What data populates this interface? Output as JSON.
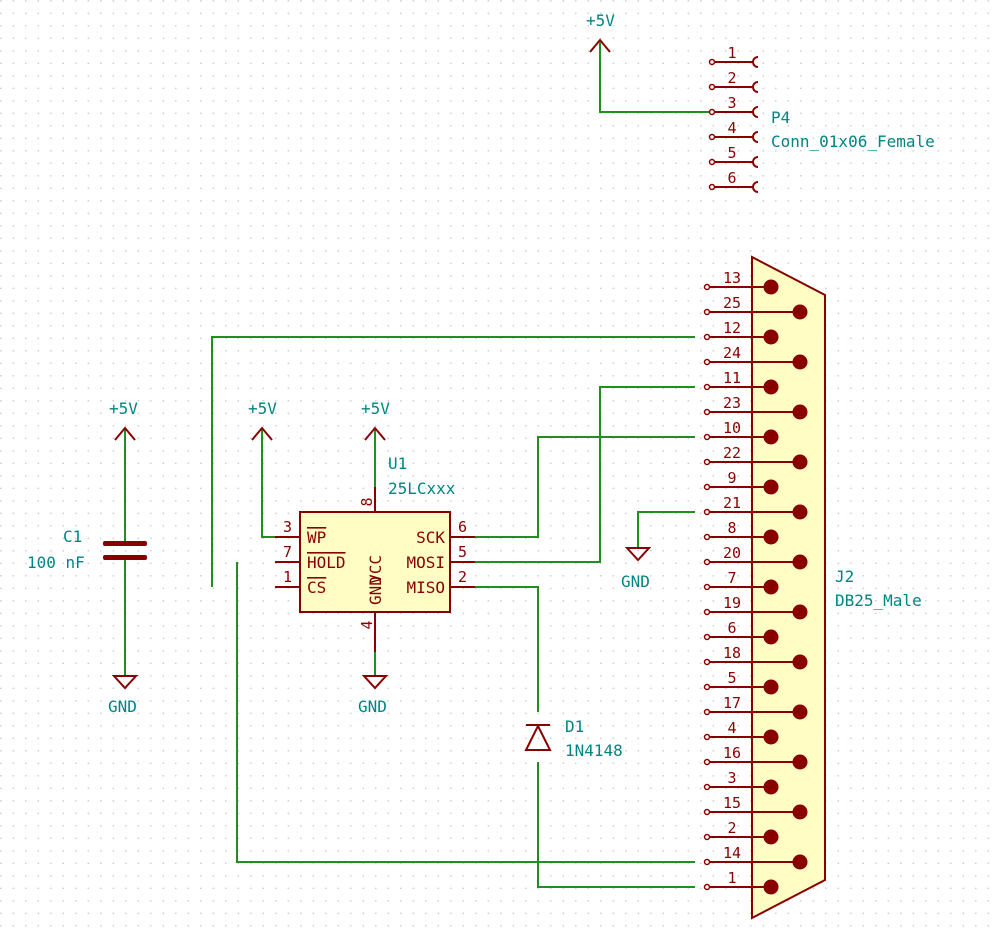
{
  "power": {
    "vcc": "+5V",
    "gnd": "GND"
  },
  "u1": {
    "ref": "U1",
    "value": "25LCxxx",
    "pins": {
      "wp": "WP",
      "hold": "HOLD",
      "cs": "CS",
      "sck": "SCK",
      "mosi": "MOSI",
      "miso": "MISO",
      "vcc": "VCC",
      "gnd": "GND"
    },
    "pin_numbers": {
      "wp": "3",
      "hold": "7",
      "cs": "1",
      "sck": "6",
      "mosi": "5",
      "miso": "2",
      "vcc": "8",
      "gnd": "4"
    }
  },
  "c1": {
    "ref": "C1",
    "value": "100 nF"
  },
  "d1": {
    "ref": "D1",
    "value": "1N4148"
  },
  "p4": {
    "ref": "P4",
    "value": "Conn_01x06_Female",
    "pins": [
      "1",
      "2",
      "3",
      "4",
      "5",
      "6"
    ]
  },
  "j2": {
    "ref": "J2",
    "value": "DB25_Male",
    "pins_top": [
      "13",
      "25",
      "12",
      "24",
      "11",
      "23",
      "10",
      "22",
      "9",
      "21",
      "8",
      "20",
      "7",
      "19",
      "6",
      "18",
      "5",
      "17",
      "4",
      "16",
      "3",
      "15",
      "2",
      "14",
      "1"
    ]
  },
  "colors": {
    "wire": "#1f8f1f",
    "symbol": "#880000",
    "text": "#008484",
    "body_fill": "#fffdc4",
    "grid": "#c8c8c8"
  }
}
